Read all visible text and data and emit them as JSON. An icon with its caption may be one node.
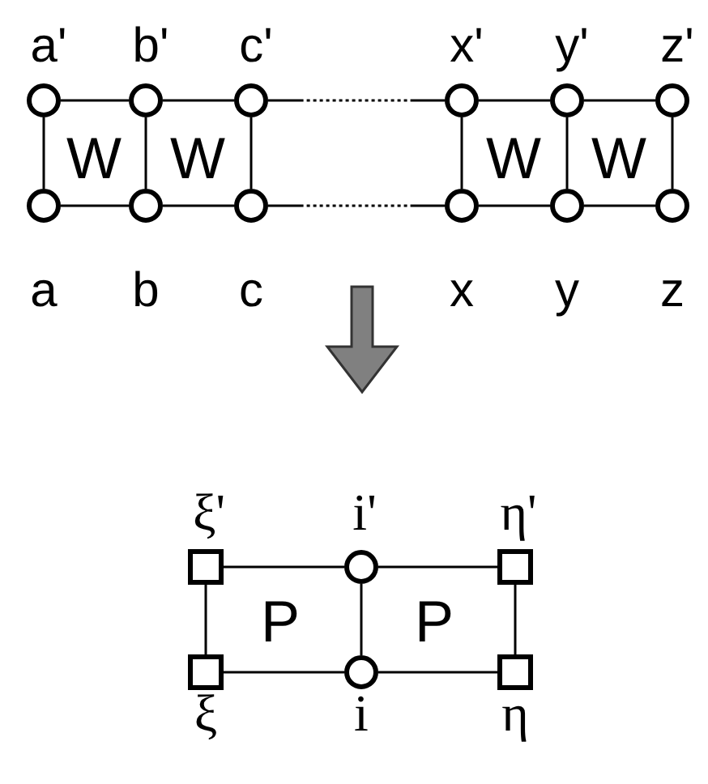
{
  "diagram": {
    "nodes": [
      {
        "text": [],
        "shape": "circle",
        "beside": [
          "a'"
        ]
      },
      {
        "text": [],
        "shape": "circle",
        "beside": [
          "b'"
        ]
      },
      {
        "text": [],
        "shape": "circle",
        "beside": [
          "c'"
        ]
      },
      {
        "text": [],
        "shape": "circle",
        "beside": [
          "x'"
        ]
      },
      {
        "text": [],
        "shape": "circle",
        "beside": [
          "y'"
        ]
      },
      {
        "text": [],
        "shape": "circle",
        "beside": [
          "z'"
        ]
      },
      {
        "text": [],
        "shape": "circle",
        "beside": [
          "a"
        ]
      },
      {
        "text": [],
        "shape": "circle",
        "beside": [
          "b"
        ]
      },
      {
        "text": [],
        "shape": "circle",
        "beside": [
          "c"
        ]
      },
      {
        "text": [],
        "shape": "circle",
        "beside": [
          "x"
        ]
      },
      {
        "text": [],
        "shape": "circle",
        "beside": [
          "y"
        ]
      },
      {
        "text": [],
        "shape": "circle",
        "beside": [
          "z"
        ]
      },
      {
        "text": [],
        "shape": "box",
        "beside": [
          "ξ'"
        ]
      },
      {
        "text": [],
        "shape": "circle",
        "beside": [
          "i'"
        ]
      },
      {
        "text": [],
        "shape": "box",
        "beside": [
          "η'"
        ]
      },
      {
        "text": [],
        "shape": "box",
        "beside": [
          "ξ"
        ]
      },
      {
        "text": [],
        "shape": "circle",
        "beside": [
          "i"
        ]
      },
      {
        "text": [],
        "shape": "box",
        "beside": [
          "η"
        ]
      }
    ],
    "edges": [
      {
        "from": 0,
        "to": 1,
        "arrow": "none"
      },
      {
        "from": 1,
        "to": 2,
        "arrow": "none"
      },
      {
        "from": 2,
        "to": 3,
        "arrow": "none",
        "style": "dashed"
      },
      {
        "from": 3,
        "to": 4,
        "arrow": "none"
      },
      {
        "from": 4,
        "to": 5,
        "arrow": "none"
      },
      {
        "from": 6,
        "to": 7,
        "arrow": "none"
      },
      {
        "from": 7,
        "to": 8,
        "arrow": "none"
      },
      {
        "from": 8,
        "to": 9,
        "arrow": "none",
        "style": "dashed"
      },
      {
        "from": 9,
        "to": 10,
        "arrow": "none"
      },
      {
        "from": 10,
        "to": 11,
        "arrow": "none"
      },
      {
        "from": 0,
        "to": 6,
        "arrow": "none"
      },
      {
        "from": 1,
        "to": 7,
        "arrow": "none"
      },
      {
        "from": 2,
        "to": 8,
        "arrow": "none"
      },
      {
        "from": 3,
        "to": 9,
        "arrow": "none"
      },
      {
        "from": 4,
        "to": 10,
        "arrow": "none"
      },
      {
        "from": 5,
        "to": 11,
        "arrow": "none"
      },
      {
        "from": 12,
        "to": 13,
        "arrow": "none"
      },
      {
        "from": 13,
        "to": 14,
        "arrow": "none"
      },
      {
        "from": 15,
        "to": 16,
        "arrow": "none"
      },
      {
        "from": 16,
        "to": 17,
        "arrow": "none"
      },
      {
        "from": 12,
        "to": 15,
        "arrow": "none"
      },
      {
        "from": 13,
        "to": 16,
        "arrow": "none"
      },
      {
        "from": 14,
        "to": 17,
        "arrow": "none"
      }
    ],
    "labels": [
      "W",
      "W",
      "W",
      "W",
      "P",
      "P"
    ]
  }
}
